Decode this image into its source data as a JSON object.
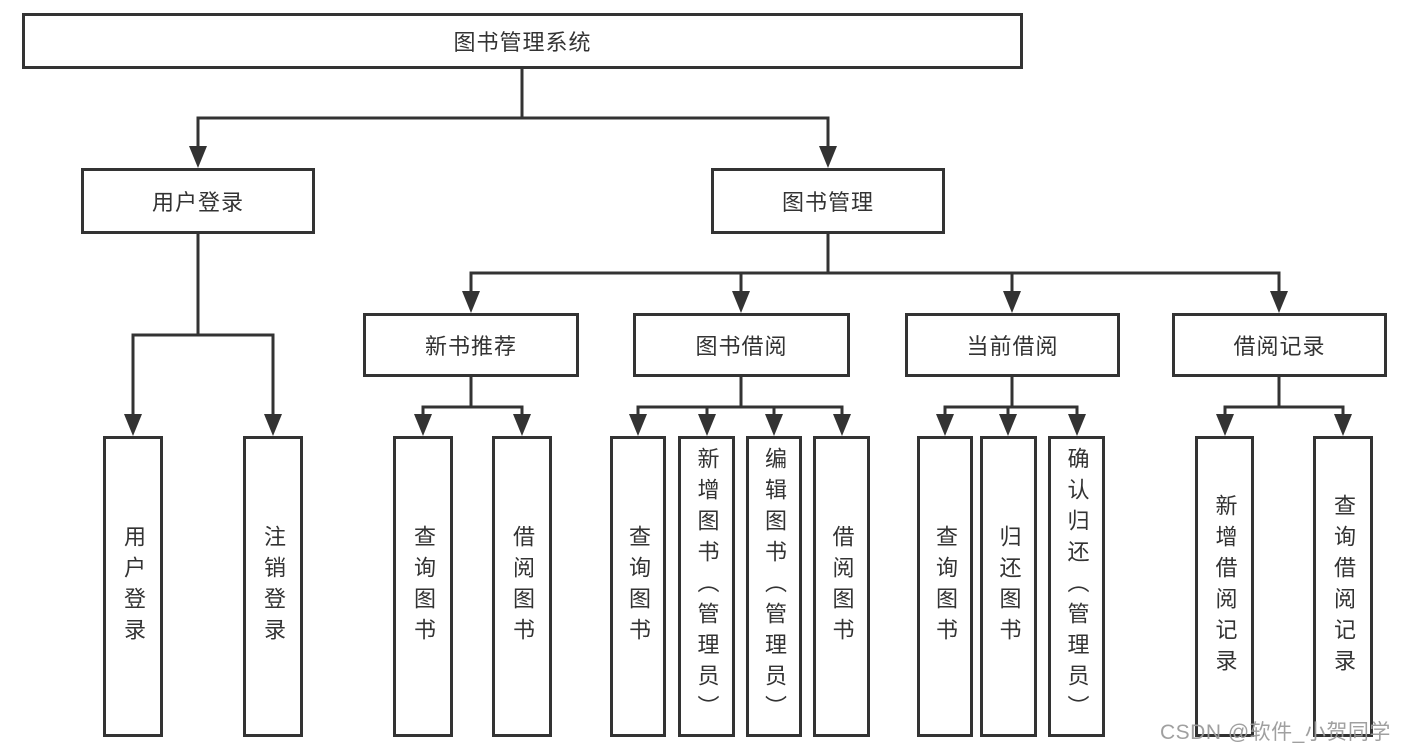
{
  "watermark": "CSDN @软件_小贺同学",
  "colors": {
    "line": "#333333",
    "text": "#333333",
    "background": "#ffffff",
    "watermark": "#9b9b9b"
  },
  "tree": {
    "label": "图书管理系统",
    "children": [
      {
        "label": "用户登录",
        "children": [
          {
            "label": "用户登录"
          },
          {
            "label": "注销登录"
          }
        ]
      },
      {
        "label": "图书管理",
        "children": [
          {
            "label": "新书推荐",
            "children": [
              {
                "label": "查询图书"
              },
              {
                "label": "借阅图书"
              }
            ]
          },
          {
            "label": "图书借阅",
            "children": [
              {
                "label": "查询图书"
              },
              {
                "label": "新增图书（管理员）"
              },
              {
                "label": "编辑图书（管理员）"
              },
              {
                "label": "借阅图书"
              }
            ]
          },
          {
            "label": "当前借阅",
            "children": [
              {
                "label": "查询图书"
              },
              {
                "label": "归还图书"
              },
              {
                "label": "确认归还（管理员）"
              }
            ]
          },
          {
            "label": "借阅记录",
            "children": [
              {
                "label": "新增借阅记录"
              },
              {
                "label": "查询借阅记录"
              }
            ]
          }
        ]
      }
    ]
  }
}
